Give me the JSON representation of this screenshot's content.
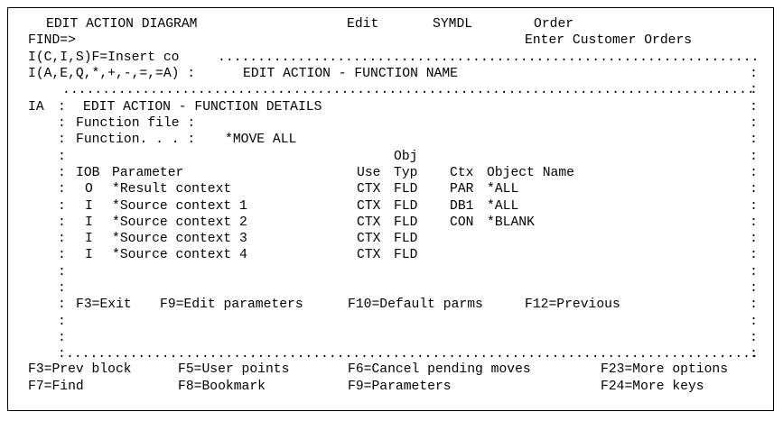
{
  "header": {
    "title": "EDIT ACTION DIAGRAM",
    "mode": "Edit",
    "model": "SYMDL",
    "object": "Order",
    "description": "Enter Customer Orders"
  },
  "find": {
    "label": "FIND=>",
    "value": ""
  },
  "insert_line": {
    "label": "I(C,I,S)F=Insert co"
  },
  "edit_line": {
    "label": "I(A,E,Q,*,+,-,=,=A) :",
    "text": "EDIT ACTION - FUNCTION NAME"
  },
  "window": {
    "command": "IA",
    "title": "EDIT ACTION - FUNCTION DETAILS",
    "function_file_label": "Function file :",
    "function_file_value": "",
    "function_label": "Function. . . :",
    "function_value": "*MOVE ALL",
    "columns": {
      "iob": "IOB",
      "parameter": "Parameter",
      "use": "Use",
      "obj_top": "Obj",
      "typ": "Typ",
      "ctx": "Ctx",
      "object_name": "Object Name"
    },
    "rows": [
      {
        "iob": "O",
        "parameter": "*Result context",
        "use": "CTX",
        "typ": "FLD",
        "ctx": "PAR",
        "object_name": "*ALL"
      },
      {
        "iob": "I",
        "parameter": "*Source context 1",
        "use": "CTX",
        "typ": "FLD",
        "ctx": "DB1",
        "object_name": "*ALL"
      },
      {
        "iob": "I",
        "parameter": "*Source context 2",
        "use": "CTX",
        "typ": "FLD",
        "ctx": "CON",
        "object_name": "*BLANK"
      },
      {
        "iob": "I",
        "parameter": "*Source context 3",
        "use": "CTX",
        "typ": "FLD",
        "ctx": "",
        "object_name": ""
      },
      {
        "iob": "I",
        "parameter": "*Source context 4",
        "use": "CTX",
        "typ": "FLD",
        "ctx": "",
        "object_name": ""
      }
    ],
    "fkeys": [
      {
        "label": "F3=Exit"
      },
      {
        "label": "F9=Edit parameters"
      },
      {
        "label": "F10=Default parms"
      },
      {
        "label": "F12=Previous"
      }
    ]
  },
  "bottom_keys": [
    [
      "F3=Prev block",
      "F5=User points",
      "F6=Cancel pending moves",
      "F23=More options"
    ],
    [
      "F7=Find",
      "F8=Bookmark",
      "F9=Parameters",
      "F24=More keys"
    ]
  ]
}
